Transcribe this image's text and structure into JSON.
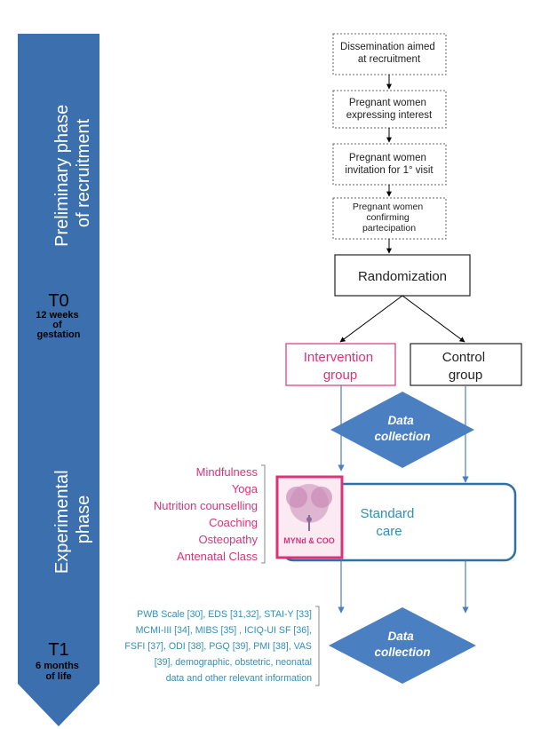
{
  "timeline": {
    "phase_preliminary": [
      "Preliminary phase",
      "of recruitment"
    ],
    "t0_title": "T0",
    "t0_sub": [
      "12 weeks",
      "of",
      "gestation"
    ],
    "phase_experimental": [
      "Experimental",
      "phase"
    ],
    "t1_title": "T1",
    "t1_sub": [
      "6 months",
      "of life"
    ]
  },
  "recruitment_steps": [
    [
      "Dissemination aimed",
      "at recruitment"
    ],
    [
      "Pregnant women",
      "expressing interest"
    ],
    [
      "Pregnant women",
      "invitation for 1° visit"
    ],
    [
      "Pregnant women",
      "confirming",
      "partecipation"
    ]
  ],
  "randomization": "Randomization",
  "groups": {
    "intervention": [
      "Intervention",
      "group"
    ],
    "control": [
      "Control",
      "group"
    ]
  },
  "data_collection": [
    "Data",
    "collection"
  ],
  "interventions": [
    "Mindfulness",
    "Yoga",
    "Nutrition counselling",
    "Coaching",
    "Osteopathy",
    "Antenatal Class"
  ],
  "logo_text": "MYNd & COO",
  "standard_care": [
    "Standard",
    "care"
  ],
  "measures": [
    "PWB Scale [30], EDS [31,32], STAI-Y [33]",
    "MCMI-III [34], MIBS [35] , ICIQ-UI SF [36],",
    "FSFI [37], ODI [38], PGQ [39], PMI [38], VAS",
    "[39], demographic, obstetric, neonatal",
    "data and other relevant information"
  ],
  "colors": {
    "timeline_blue": "#3b6fae",
    "diamond_blue": "#4a7fc1",
    "pink": "#d9337a",
    "teal": "#2f8fb8",
    "dark_blue_text": "#1f5a8a"
  }
}
